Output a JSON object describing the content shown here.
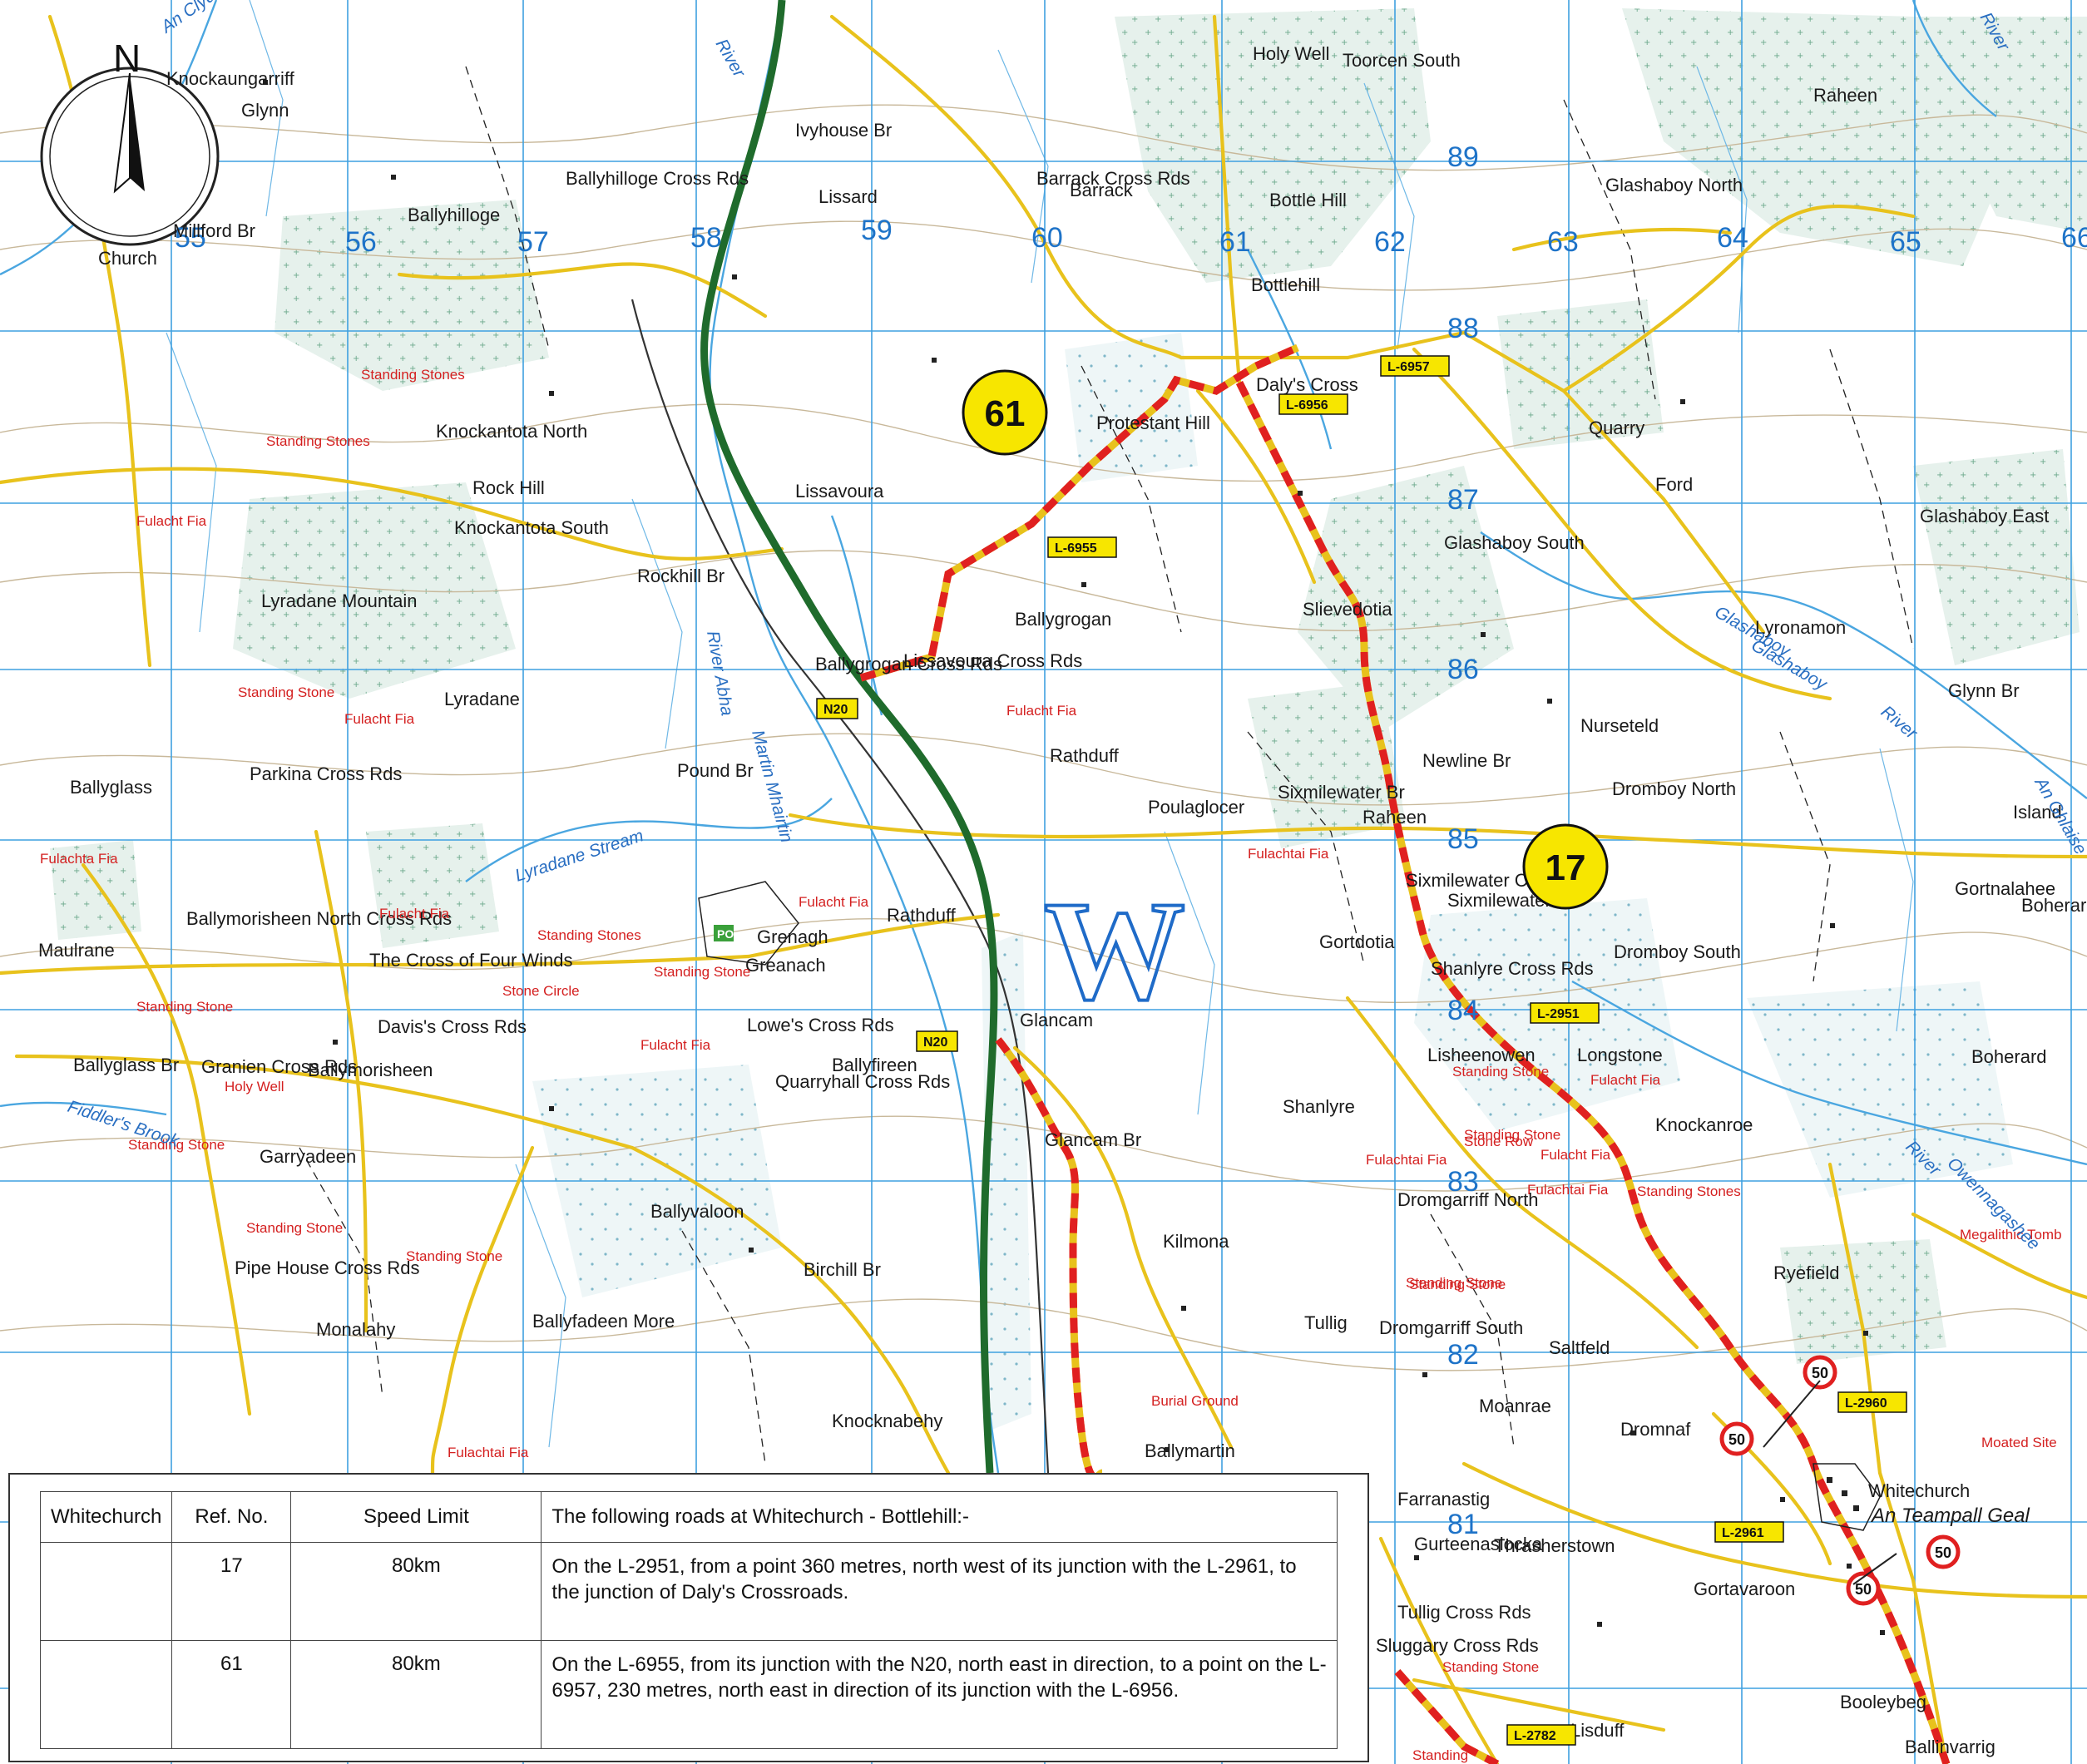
{
  "map": {
    "grid_easting": [
      "55",
      "56",
      "57",
      "58",
      "59",
      "60",
      "61",
      "62",
      "63",
      "64",
      "65",
      "66"
    ],
    "grid_northing": [
      "89",
      "88",
      "87",
      "86",
      "85",
      "84",
      "83",
      "82",
      "81"
    ],
    "north_label": "N",
    "road_codes": [
      "N20",
      "N20",
      "L-6955",
      "L-6956",
      "L-6957",
      "L-2951",
      "L-2960",
      "L-2961",
      "L-2782"
    ],
    "route_refs": [
      "61",
      "17"
    ],
    "speed_signs": [
      "50",
      "50",
      "50",
      "50"
    ],
    "district_letter": "W",
    "places": [
      "Knockaungarriff",
      "Glynn",
      "Ballyhilloge",
      "Ballyhilloge Cross Rds",
      "Millford Br",
      "Church",
      "Lissard",
      "Ivyhouse Br",
      "Barrack Cross Rds",
      "Barrack",
      "Holy Well",
      "Toorcen South",
      "Bottle Hill",
      "Bottlehill",
      "Glashaboy North",
      "Raheen",
      "Knockantota North",
      "Rock Hill",
      "Knockantota South",
      "Lissavoura",
      "Protestant Hill",
      "Daly's Cross",
      "Quarry",
      "Ford",
      "Glashaboy South",
      "Glashaboy East",
      "Lyradane Mountain",
      "Rockhill Br",
      "Ballygrogan",
      "Ballygrogan Cross Rds",
      "Lissavoura Cross Rds",
      "Slievedotia",
      "Lyronamon",
      "Lyradane",
      "Rathduff",
      "Parkina Cross Rds",
      "Ballyglass",
      "Pound Br",
      "Poulaglocer",
      "Sixmilewater Br",
      "Raheen",
      "Newline Br",
      "Nurseteld",
      "Dromboy North",
      "Glynn Br",
      "Island",
      "Gortnalahee",
      "Grenagh",
      "Greanach",
      "Rathduff",
      "Gortdotia",
      "Sixmilewater Cross Rds",
      "Sixmilewater",
      "Dromboy South",
      "Boherard Cross Rds",
      "Ballymorisheen North Cross Rds",
      "Maulrane",
      "Shanlyre Cross Rds",
      "The Cross of Four Winds",
      "Davis's Cross Rds",
      "Lowe's Cross Rds",
      "Glancam",
      "Ballyfireen",
      "Lisheenowen",
      "Longstone",
      "Boherard",
      "Granien Cross Rds",
      "Ballyglass Br",
      "Ballymorisheen",
      "Quarryhall Cross Rds",
      "Shanlyre",
      "Knockanroe",
      "Garryadeen",
      "Glancam Br",
      "Dromgarriff North",
      "Ballyvaloon",
      "Kilmona",
      "Ryefield",
      "Pipe House Cross Rds",
      "Birchill Br",
      "Tullig",
      "Dromgarriff South",
      "Saltfeld",
      "Monalahy",
      "Ballyfadeen More",
      "Knocknabehy",
      "Ballymartin",
      "Moanrae",
      "Dromnaf",
      "Whitechurch",
      "Farranastig",
      "Gurteenaslocka",
      "Tullig Cross Rds",
      "Sluggary Cross Rds",
      "Thrasherstown",
      "Gortavaroon",
      "Booleybeg",
      "Lisduff",
      "Ballinvarrig"
    ],
    "red_labels": [
      "Standing Stones",
      "Standing Stones",
      "Fulacht Fia",
      "Standing Stone",
      "Fulacht Fia",
      "Fulachta Fia",
      "Fulacht Fia",
      "Fulacht Fia",
      "Standing Stones",
      "Standing Stone",
      "Stone Circle",
      "Standing Stone",
      "Fulacht Fia",
      "Holy Well",
      "Standing Stone",
      "Standing Stone",
      "Standing Stone",
      "Standing Stone",
      "Fulacht Fia",
      "Fulacht Fia",
      "Fulachtai Fia",
      "Fulachtai Fia",
      "Standing Stone",
      "Standing Stone",
      "Stone Row",
      "Fulacht Fia",
      "Fulachtai Fia",
      "Standing Stones",
      "Standing Stone",
      "Megalithic Tomb",
      "Burial Ground",
      "Moated Site",
      "Fulachtai Fia",
      "Standing Stone",
      "Standing"
    ],
    "water_labels": [
      "An Clyda",
      "River",
      "River Abha",
      "Martin Mhairtin",
      "Lyradane Stream",
      "Glashaboy",
      "River",
      "Fiddler's Brook",
      "An Ghlaise",
      "Glashaboy",
      "Owennagashee",
      "River",
      "River"
    ],
    "irish_labels": [
      "An Teampall Geal"
    ],
    "colors": {
      "route": "#e02020",
      "road": "#e8c21c",
      "national_road": "#1f6b2c",
      "grid": "#3fa0e0",
      "label_box": "#f7e600"
    }
  },
  "table": {
    "headers": [
      "Whitechurch",
      "Ref. No.",
      "Speed Limit",
      "The following roads at Whitechurch - Bottlehill:-"
    ],
    "rows": [
      {
        "ref": "17",
        "limit": "80km",
        "desc": "On the L-2951, from a point 360 metres, north west of its junction with the L-2961, to the junction of Daly's Crossroads."
      },
      {
        "ref": "61",
        "limit": "80km",
        "desc": "On the L-6955, from its junction with the N20, north east in direction, to a point on the L-6957, 230 metres, north east in direction of its junction with the L-6956."
      }
    ]
  }
}
